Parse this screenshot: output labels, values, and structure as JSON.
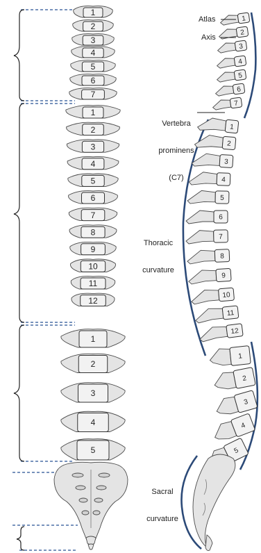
{
  "anterior": {
    "cervical": [
      "1",
      "2",
      "3",
      "4",
      "5",
      "6",
      "7"
    ],
    "thoracic": [
      "1",
      "2",
      "3",
      "4",
      "5",
      "6",
      "7",
      "8",
      "9",
      "10",
      "11",
      "12"
    ],
    "lumbar": [
      "1",
      "2",
      "3",
      "4",
      "5"
    ]
  },
  "lateral": {
    "cervical": [
      "1",
      "2",
      "3",
      "4",
      "5",
      "6",
      "7"
    ],
    "thoracic": [
      "1",
      "2",
      "3",
      "4",
      "5",
      "6",
      "7",
      "8",
      "9",
      "10",
      "11",
      "12"
    ],
    "lumbar": [
      "1",
      "2",
      "3",
      "4",
      "5"
    ]
  },
  "labels": {
    "atlas": "Atlas",
    "axis": "Axis",
    "vertebra_prominens_line1": "Vertebra",
    "vertebra_prominens_line2": "prominens",
    "vertebra_prominens_line3": "(C7)",
    "thoracic_curvature_line1": "Thoracic",
    "thoracic_curvature_line2": "curvature",
    "sacral_curvature_line1": "Sacral",
    "sacral_curvature_line2": "curvature"
  },
  "colors": {
    "curvature_line": "#2c4a78",
    "region_dash": "#4a6fa5",
    "bone": "#e4e4e4",
    "outline": "#333333"
  }
}
